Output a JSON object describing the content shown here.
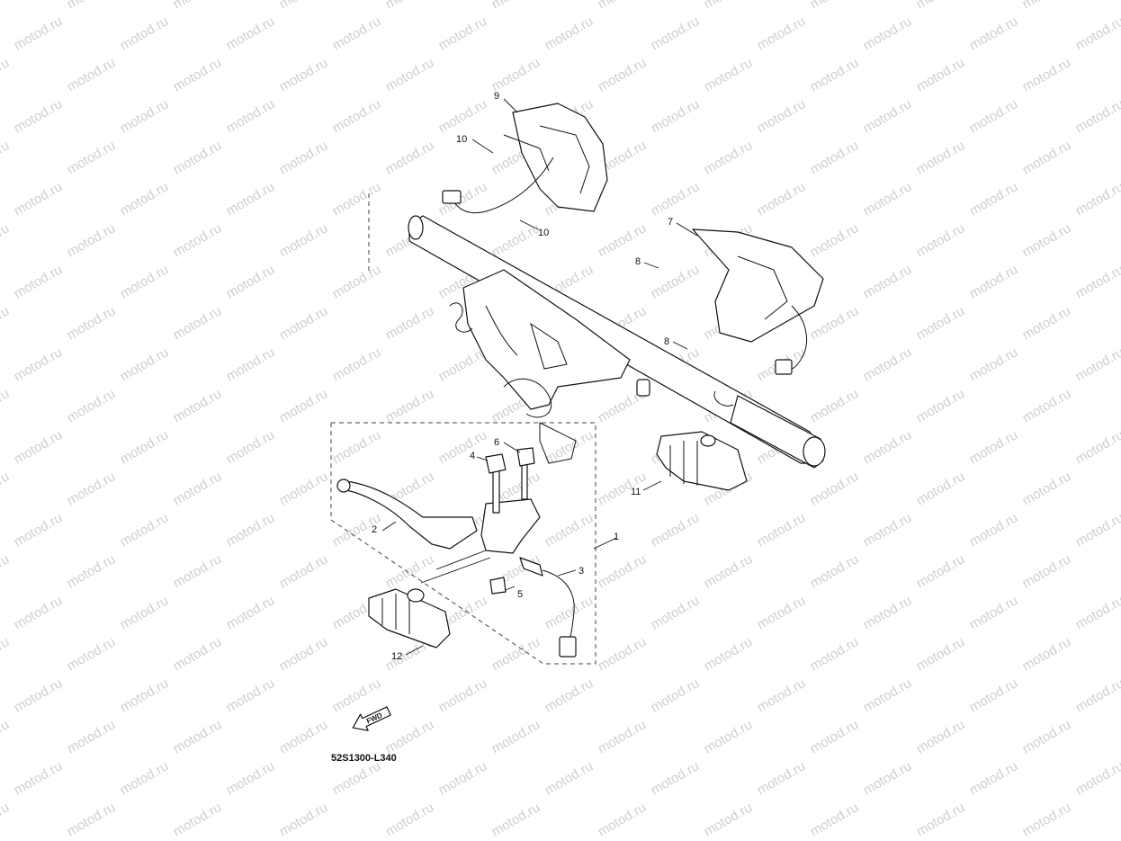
{
  "watermark": "motod.ru",
  "diagram_code": "52S1300-L340",
  "fwd_label": "FWD",
  "callouts": [
    "1",
    "2",
    "3",
    "4",
    "5",
    "6",
    "7",
    "8",
    "8",
    "9",
    "10",
    "10",
    "11",
    "12"
  ]
}
